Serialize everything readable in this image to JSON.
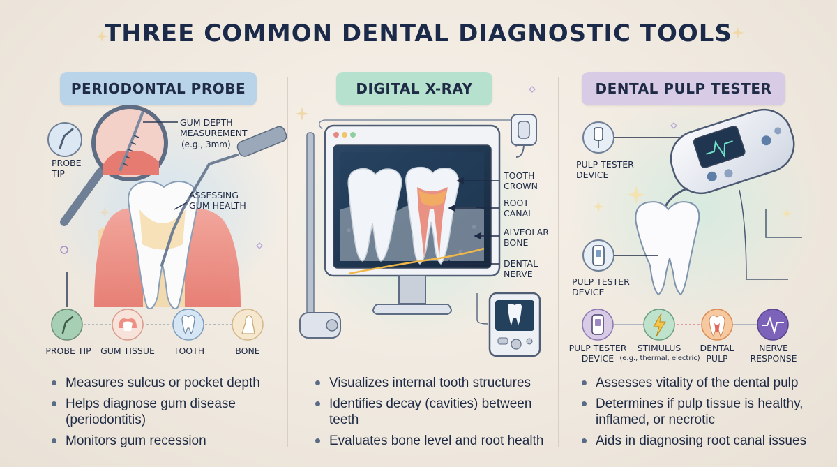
{
  "title": "THREE COMMON DENTAL DIAGNOSTIC TOOLS",
  "colors": {
    "probe_header": "#b9d3e8",
    "xray_header": "#b6e1cf",
    "pulp_header": "#d8cbe6",
    "gum": "#ee8f85",
    "bone": "#f1d9b0",
    "screen": "#1f3550",
    "accent_yellow": "#f5c44a",
    "nerve_purple": "#7c62b8"
  },
  "panels": {
    "probe": {
      "header": "PERIODONTAL PROBE",
      "callouts": {
        "probe_tip": "PROBE\nTIP",
        "gum_depth": "GUM DEPTH\nMEASUREMENT",
        "gum_depth_example": "(e.g., 3mm)",
        "assessing": "ASSESSING\nGUM HEALTH"
      },
      "icons": [
        {
          "label": "PROBE TIP",
          "icon": "probe-icon"
        },
        {
          "label": "GUM TISSUE",
          "icon": "gum-icon"
        },
        {
          "label": "TOOTH",
          "icon": "tooth-icon"
        },
        {
          "label": "BONE",
          "icon": "bone-icon"
        }
      ],
      "bullets": [
        "Measures sulcus or pocket depth",
        "Helps diagnose gum disease (periodontitis)",
        "Monitors gum recession"
      ]
    },
    "xray": {
      "header": "DIGITAL X-RAY",
      "callouts": {
        "crown": "TOOTH\nCROWN",
        "canal": "ROOT\nCANAL",
        "bone": "ALVEOLAR\nBONE",
        "nerve": "DENTAL\nNERVE"
      },
      "bullets": [
        "Visualizes internal tooth structures",
        "Identifies decay (cavities) between teeth",
        "Evaluates bone level and root health"
      ]
    },
    "pulp": {
      "header": "DENTAL PULP TESTER",
      "callouts": {
        "device_top": "PULP TESTER\nDEVICE",
        "device_mid": "PULP TESTER\nDEVICE"
      },
      "icons": [
        {
          "label": "PULP TESTER\nDEVICE",
          "icon": "phone-device-icon",
          "note": ""
        },
        {
          "label": "STIMULUS",
          "icon": "lightning-icon",
          "note": "(e.g., thermal, electric)"
        },
        {
          "label": "DENTAL\nPULP",
          "icon": "pulp-tooth-icon",
          "note": ""
        },
        {
          "label": "NERVE\nRESPONSE",
          "icon": "pulse-icon",
          "note": ""
        }
      ],
      "bullets": [
        "Assesses vitality of the dental pulp",
        "Determines if pulp tissue is healthy, inflamed, or necrotic",
        "Aids in diagnosing root canal issues"
      ]
    }
  }
}
